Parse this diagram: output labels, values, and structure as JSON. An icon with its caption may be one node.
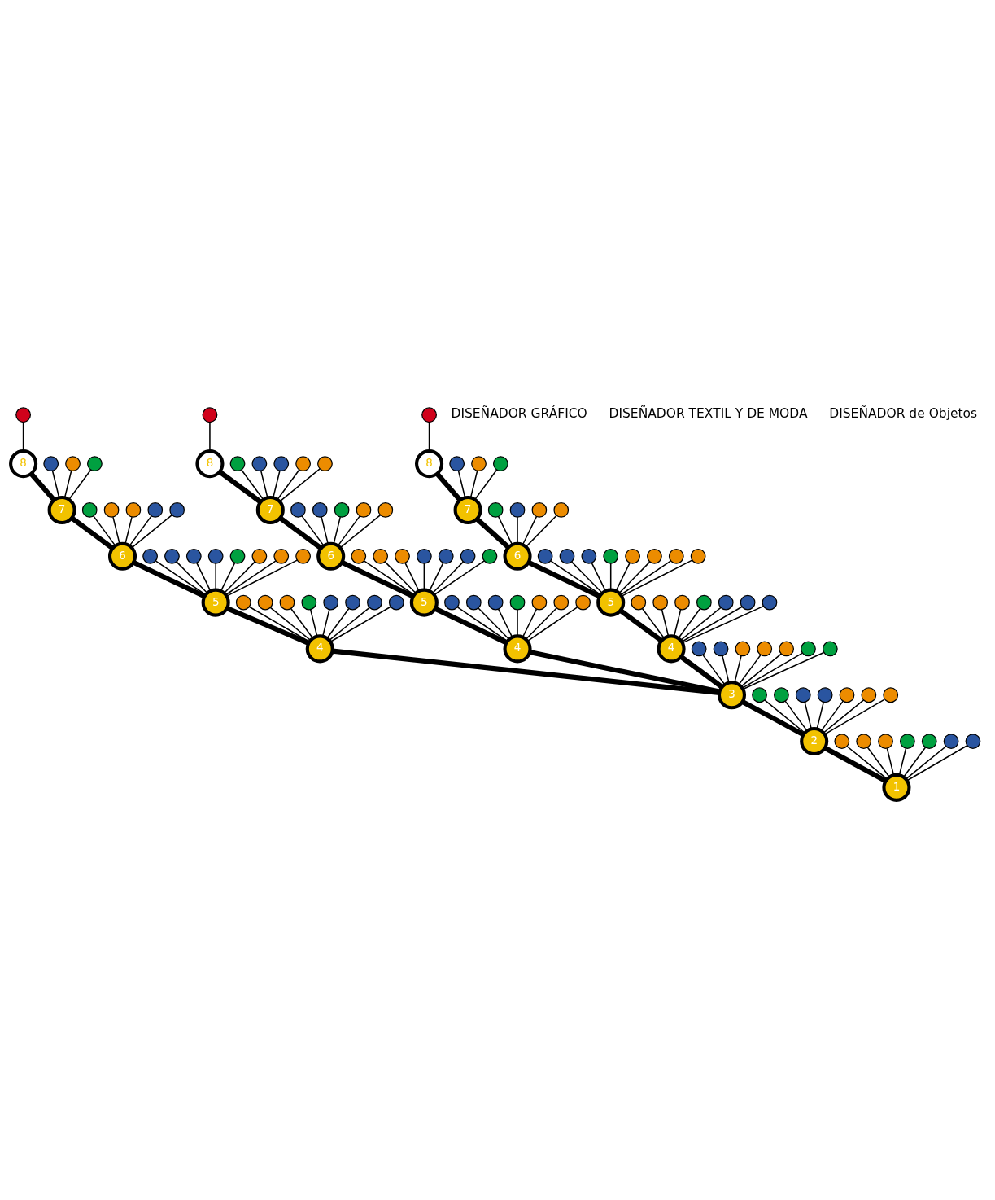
{
  "diagram": {
    "nodes": [
      {
        "text": [
          "8"
        ]
      },
      {
        "text": [
          "7"
        ]
      },
      {
        "text": [
          "6"
        ]
      },
      {
        "text": [
          "5"
        ]
      },
      {
        "text": [
          "4"
        ]
      },
      {
        "text": [
          "3"
        ]
      },
      {
        "text": [
          "2"
        ]
      },
      {
        "text": [
          "1"
        ]
      },
      {
        "text": [
          "8"
        ]
      },
      {
        "text": [
          "7"
        ]
      },
      {
        "text": [
          "6"
        ]
      },
      {
        "text": [
          "5"
        ]
      },
      {
        "text": [
          "4"
        ]
      },
      {
        "text": [
          "8"
        ]
      },
      {
        "text": [
          "7"
        ]
      },
      {
        "text": [
          "6"
        ]
      },
      {
        "text": [
          "5"
        ]
      },
      {
        "text": [
          "4"
        ]
      },
      {
        "text": [],
        "shape": "circle"
      },
      {
        "text": [],
        "shape": "circle"
      },
      {
        "text": [],
        "shape": "circle"
      },
      {
        "text": [],
        "shape": "circle"
      },
      {
        "text": [],
        "shape": "circle"
      },
      {
        "text": [],
        "shape": "circle"
      },
      {
        "text": [],
        "shape": "circle"
      },
      {
        "text": [],
        "shape": "circle"
      },
      {
        "text": [],
        "shape": "circle"
      },
      {
        "text": [],
        "shape": "circle"
      },
      {
        "text": [],
        "shape": "circle"
      },
      {
        "text": [],
        "shape": "circle"
      },
      {
        "text": [],
        "shape": "circle"
      },
      {
        "text": [],
        "shape": "circle"
      },
      {
        "text": [],
        "shape": "circle"
      },
      {
        "text": [],
        "shape": "circle"
      },
      {
        "text": [],
        "shape": "circle"
      },
      {
        "text": [],
        "shape": "circle"
      },
      {
        "text": [],
        "shape": "circle"
      },
      {
        "text": [],
        "shape": "circle"
      },
      {
        "text": [],
        "shape": "circle"
      },
      {
        "text": [],
        "shape": "circle"
      },
      {
        "text": [],
        "shape": "circle"
      },
      {
        "text": [],
        "shape": "circle"
      },
      {
        "text": [],
        "shape": "circle"
      },
      {
        "text": [],
        "shape": "circle"
      },
      {
        "text": [],
        "shape": "circle"
      },
      {
        "text": [],
        "shape": "circle"
      },
      {
        "text": [],
        "shape": "circle"
      },
      {
        "text": [],
        "shape": "circle"
      },
      {
        "text": [],
        "shape": "circle"
      },
      {
        "text": [],
        "shape": "circle"
      },
      {
        "text": [],
        "shape": "circle"
      },
      {
        "text": [],
        "shape": "circle"
      },
      {
        "text": [],
        "shape": "circle"
      },
      {
        "text": [],
        "shape": "circle"
      },
      {
        "text": [],
        "shape": "circle"
      },
      {
        "text": [],
        "shape": "circle"
      },
      {
        "text": [],
        "shape": "circle"
      },
      {
        "text": [],
        "shape": "circle"
      },
      {
        "text": [],
        "shape": "circle"
      },
      {
        "text": [],
        "shape": "circle"
      },
      {
        "text": [],
        "shape": "circle"
      },
      {
        "text": [],
        "shape": "circle"
      },
      {
        "text": [],
        "shape": "circle"
      },
      {
        "text": [],
        "shape": "circle"
      },
      {
        "text": [],
        "shape": "circle"
      },
      {
        "text": [],
        "shape": "circle"
      },
      {
        "text": [],
        "shape": "circle"
      },
      {
        "text": [],
        "shape": "circle"
      },
      {
        "text": [],
        "shape": "circle"
      },
      {
        "text": [],
        "shape": "circle"
      },
      {
        "text": [],
        "shape": "circle"
      },
      {
        "text": [],
        "shape": "circle"
      },
      {
        "text": [],
        "shape": "circle"
      },
      {
        "text": [],
        "shape": "circle"
      },
      {
        "text": [],
        "shape": "circle"
      },
      {
        "text": [],
        "shape": "circle"
      },
      {
        "text": [],
        "shape": "circle"
      },
      {
        "text": [],
        "shape": "circle"
      },
      {
        "text": [],
        "shape": "circle"
      },
      {
        "text": [],
        "shape": "circle"
      },
      {
        "text": [],
        "shape": "circle"
      },
      {
        "text": [],
        "shape": "circle"
      },
      {
        "text": [],
        "shape": "circle"
      },
      {
        "text": [],
        "shape": "circle"
      },
      {
        "text": [],
        "shape": "circle"
      },
      {
        "text": [],
        "shape": "circle"
      },
      {
        "text": [],
        "shape": "circle"
      },
      {
        "text": [],
        "shape": "circle"
      },
      {
        "text": [],
        "shape": "circle"
      },
      {
        "text": [],
        "shape": "circle"
      },
      {
        "text": [],
        "shape": "circle"
      },
      {
        "text": [],
        "shape": "circle"
      },
      {
        "text": [],
        "shape": "circle"
      },
      {
        "text": [],
        "shape": "circle"
      },
      {
        "text": [],
        "shape": "circle"
      },
      {
        "text": [],
        "shape": "circle"
      },
      {
        "text": [],
        "shape": "circle"
      },
      {
        "text": [],
        "shape": "circle"
      },
      {
        "text": [],
        "shape": "circle"
      },
      {
        "text": [],
        "shape": "circle"
      },
      {
        "text": [],
        "shape": "circle"
      },
      {
        "text": [],
        "shape": "circle"
      },
      {
        "text": [],
        "shape": "circle"
      },
      {
        "text": [],
        "shape": "circle"
      },
      {
        "text": [],
        "shape": "circle"
      },
      {
        "text": [],
        "shape": "circle"
      },
      {
        "text": [],
        "shape": "circle"
      },
      {
        "text": [],
        "shape": "circle"
      },
      {
        "text": [],
        "shape": "circle"
      },
      {
        "text": [],
        "shape": "circle"
      },
      {
        "text": [],
        "shape": "circle"
      },
      {
        "text": [],
        "shape": "circle"
      }
    ],
    "edges": [
      {
        "from": 7,
        "to": 6,
        "arrow": "none",
        "style": "thick"
      },
      {
        "from": 6,
        "to": 5,
        "arrow": "none",
        "style": "thick"
      },
      {
        "from": 5,
        "to": 4,
        "arrow": "none",
        "style": "thick"
      },
      {
        "from": 5,
        "to": 12,
        "arrow": "none",
        "style": "thick"
      },
      {
        "from": 5,
        "to": 17,
        "arrow": "none",
        "style": "thick"
      },
      {
        "from": 4,
        "to": 3,
        "arrow": "none",
        "style": "thick"
      },
      {
        "from": 3,
        "to": 2,
        "arrow": "none",
        "style": "thick"
      },
      {
        "from": 2,
        "to": 1,
        "arrow": "none",
        "style": "thick"
      },
      {
        "from": 1,
        "to": 0,
        "arrow": "none",
        "style": "thick"
      },
      {
        "from": 12,
        "to": 11,
        "arrow": "none",
        "style": "thick"
      },
      {
        "from": 11,
        "to": 10,
        "arrow": "none",
        "style": "thick"
      },
      {
        "from": 10,
        "to": 9,
        "arrow": "none",
        "style": "thick"
      },
      {
        "from": 9,
        "to": 8,
        "arrow": "none",
        "style": "thick"
      },
      {
        "from": 17,
        "to": 16,
        "arrow": "none",
        "style": "thick"
      },
      {
        "from": 16,
        "to": 15,
        "arrow": "none",
        "style": "thick"
      },
      {
        "from": 15,
        "to": 14,
        "arrow": "none",
        "style": "thick"
      },
      {
        "from": 14,
        "to": 13,
        "arrow": "none",
        "style": "thick"
      },
      {
        "from": 0,
        "to": 18,
        "arrow": "none"
      },
      {
        "from": 1,
        "to": 19,
        "arrow": "none"
      },
      {
        "from": 1,
        "to": 20,
        "arrow": "none"
      },
      {
        "from": 1,
        "to": 21,
        "arrow": "none"
      },
      {
        "from": 2,
        "to": 22,
        "arrow": "none"
      },
      {
        "from": 2,
        "to": 23,
        "arrow": "none"
      },
      {
        "from": 2,
        "to": 24,
        "arrow": "none"
      },
      {
        "from": 2,
        "to": 25,
        "arrow": "none"
      },
      {
        "from": 2,
        "to": 26,
        "arrow": "none"
      },
      {
        "from": 3,
        "to": 27,
        "arrow": "none"
      },
      {
        "from": 3,
        "to": 28,
        "arrow": "none"
      },
      {
        "from": 3,
        "to": 29,
        "arrow": "none"
      },
      {
        "from": 3,
        "to": 30,
        "arrow": "none"
      },
      {
        "from": 3,
        "to": 31,
        "arrow": "none"
      },
      {
        "from": 3,
        "to": 32,
        "arrow": "none"
      },
      {
        "from": 3,
        "to": 33,
        "arrow": "none"
      },
      {
        "from": 3,
        "to": 34,
        "arrow": "none"
      },
      {
        "from": 4,
        "to": 35,
        "arrow": "none"
      },
      {
        "from": 4,
        "to": 36,
        "arrow": "none"
      },
      {
        "from": 4,
        "to": 37,
        "arrow": "none"
      },
      {
        "from": 4,
        "to": 38,
        "arrow": "none"
      },
      {
        "from": 4,
        "to": 39,
        "arrow": "none"
      },
      {
        "from": 4,
        "to": 40,
        "arrow": "none"
      },
      {
        "from": 4,
        "to": 41,
        "arrow": "none"
      },
      {
        "from": 4,
        "to": 42,
        "arrow": "none"
      },
      {
        "from": 5,
        "to": 43,
        "arrow": "none"
      },
      {
        "from": 5,
        "to": 44,
        "arrow": "none"
      },
      {
        "from": 5,
        "to": 45,
        "arrow": "none"
      },
      {
        "from": 5,
        "to": 46,
        "arrow": "none"
      },
      {
        "from": 5,
        "to": 47,
        "arrow": "none"
      },
      {
        "from": 5,
        "to": 48,
        "arrow": "none"
      },
      {
        "from": 5,
        "to": 49,
        "arrow": "none"
      },
      {
        "from": 6,
        "to": 50,
        "arrow": "none"
      },
      {
        "from": 6,
        "to": 51,
        "arrow": "none"
      },
      {
        "from": 6,
        "to": 52,
        "arrow": "none"
      },
      {
        "from": 6,
        "to": 53,
        "arrow": "none"
      },
      {
        "from": 6,
        "to": 54,
        "arrow": "none"
      },
      {
        "from": 6,
        "to": 55,
        "arrow": "none"
      },
      {
        "from": 6,
        "to": 56,
        "arrow": "none"
      },
      {
        "from": 7,
        "to": 57,
        "arrow": "none"
      },
      {
        "from": 7,
        "to": 58,
        "arrow": "none"
      },
      {
        "from": 7,
        "to": 59,
        "arrow": "none"
      },
      {
        "from": 7,
        "to": 60,
        "arrow": "none"
      },
      {
        "from": 7,
        "to": 61,
        "arrow": "none"
      },
      {
        "from": 7,
        "to": 62,
        "arrow": "none"
      },
      {
        "from": 7,
        "to": 63,
        "arrow": "none"
      },
      {
        "from": 8,
        "to": 64,
        "arrow": "none"
      },
      {
        "from": 9,
        "to": 65,
        "arrow": "none"
      },
      {
        "from": 9,
        "to": 66,
        "arrow": "none"
      },
      {
        "from": 9,
        "to": 67,
        "arrow": "none"
      },
      {
        "from": 9,
        "to": 68,
        "arrow": "none"
      },
      {
        "from": 9,
        "to": 69,
        "arrow": "none"
      },
      {
        "from": 10,
        "to": 70,
        "arrow": "none"
      },
      {
        "from": 10,
        "to": 71,
        "arrow": "none"
      },
      {
        "from": 10,
        "to": 72,
        "arrow": "none"
      },
      {
        "from": 10,
        "to": 73,
        "arrow": "none"
      },
      {
        "from": 10,
        "to": 74,
        "arrow": "none"
      },
      {
        "from": 11,
        "to": 75,
        "arrow": "none"
      },
      {
        "from": 11,
        "to": 76,
        "arrow": "none"
      },
      {
        "from": 11,
        "to": 77,
        "arrow": "none"
      },
      {
        "from": 11,
        "to": 78,
        "arrow": "none"
      },
      {
        "from": 11,
        "to": 79,
        "arrow": "none"
      },
      {
        "from": 11,
        "to": 80,
        "arrow": "none"
      },
      {
        "from": 11,
        "to": 81,
        "arrow": "none"
      },
      {
        "from": 12,
        "to": 82,
        "arrow": "none"
      },
      {
        "from": 12,
        "to": 83,
        "arrow": "none"
      },
      {
        "from": 12,
        "to": 84,
        "arrow": "none"
      },
      {
        "from": 12,
        "to": 85,
        "arrow": "none"
      },
      {
        "from": 12,
        "to": 86,
        "arrow": "none"
      },
      {
        "from": 12,
        "to": 87,
        "arrow": "none"
      },
      {
        "from": 12,
        "to": 88,
        "arrow": "none"
      },
      {
        "from": 13,
        "to": 89,
        "arrow": "none"
      },
      {
        "from": 14,
        "to": 90,
        "arrow": "none"
      },
      {
        "from": 14,
        "to": 91,
        "arrow": "none"
      },
      {
        "from": 14,
        "to": 92,
        "arrow": "none"
      },
      {
        "from": 15,
        "to": 93,
        "arrow": "none"
      },
      {
        "from": 15,
        "to": 94,
        "arrow": "none"
      },
      {
        "from": 15,
        "to": 95,
        "arrow": "none"
      },
      {
        "from": 15,
        "to": 96,
        "arrow": "none"
      },
      {
        "from": 16,
        "to": 97,
        "arrow": "none"
      },
      {
        "from": 16,
        "to": 98,
        "arrow": "none"
      },
      {
        "from": 16,
        "to": 99,
        "arrow": "none"
      },
      {
        "from": 16,
        "to": 100,
        "arrow": "none"
      },
      {
        "from": 16,
        "to": 101,
        "arrow": "none"
      },
      {
        "from": 16,
        "to": 102,
        "arrow": "none"
      },
      {
        "from": 16,
        "to": 103,
        "arrow": "none"
      },
      {
        "from": 16,
        "to": 104,
        "arrow": "none"
      },
      {
        "from": 17,
        "to": 105,
        "arrow": "none"
      },
      {
        "from": 17,
        "to": 106,
        "arrow": "none"
      },
      {
        "from": 17,
        "to": 107,
        "arrow": "none"
      },
      {
        "from": 17,
        "to": 108,
        "arrow": "none"
      },
      {
        "from": 17,
        "to": 109,
        "arrow": "none"
      },
      {
        "from": 17,
        "to": 110,
        "arrow": "none"
      },
      {
        "from": 17,
        "to": 111,
        "arrow": "none"
      }
    ],
    "labels": [
      "DISEÑADOR GRÁFICO",
      "DISEÑADOR TEXTIL Y DE MODA",
      "DISEÑADOR de Objetos"
    ]
  }
}
